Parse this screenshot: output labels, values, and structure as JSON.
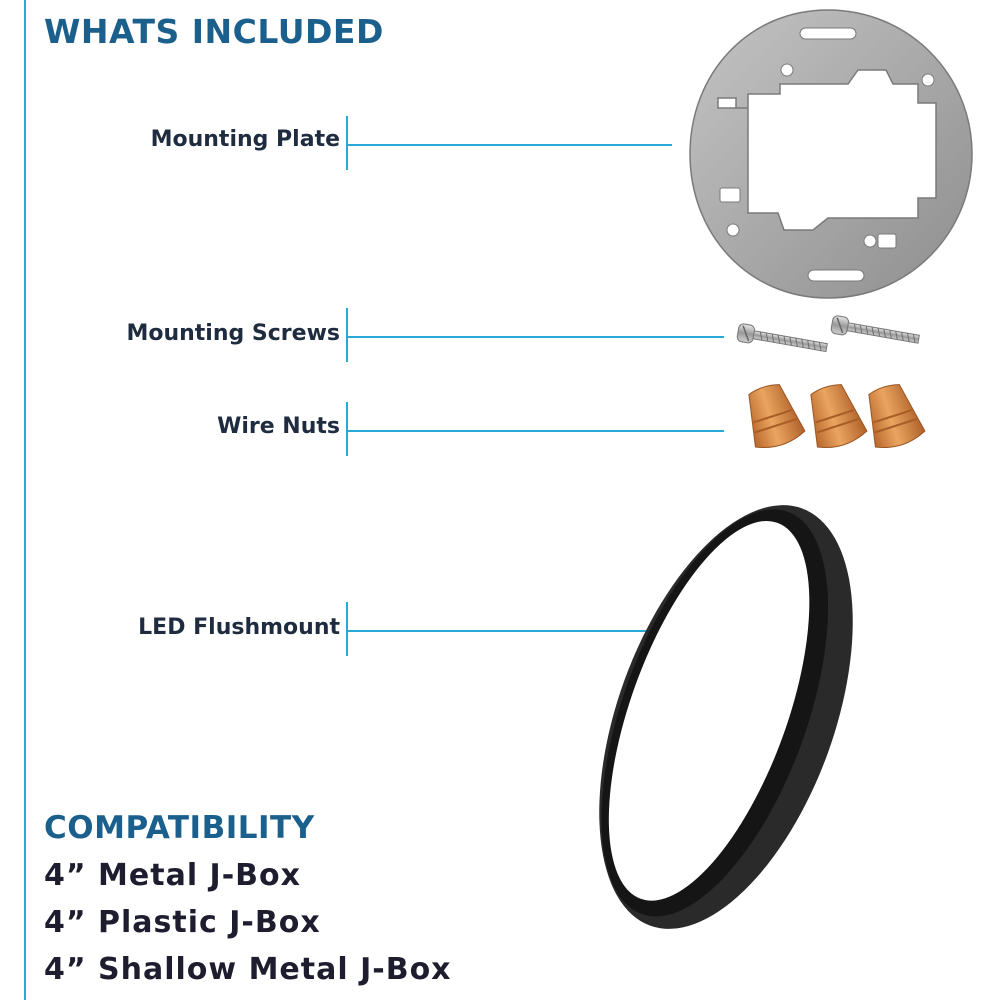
{
  "headings": {
    "whats_included": "WHATS INCLUDED",
    "compatibility": "COMPATIBILITY"
  },
  "items": [
    {
      "label": "Mounting Plate"
    },
    {
      "label": "Mounting Screws"
    },
    {
      "label": "Wire Nuts"
    },
    {
      "label": "LED Flushmount"
    }
  ],
  "compatibility": [
    "4” Metal J-Box",
    "4” Plastic J-Box",
    "4” Shallow Metal J-Box"
  ],
  "colors": {
    "accent_line": "#2aa8d8",
    "heading": "#1b5f8d",
    "body_text": "#1f2c40",
    "wire_nut": "#d8843e",
    "flushmount": "#262626",
    "plate": "#a9a9a9"
  }
}
